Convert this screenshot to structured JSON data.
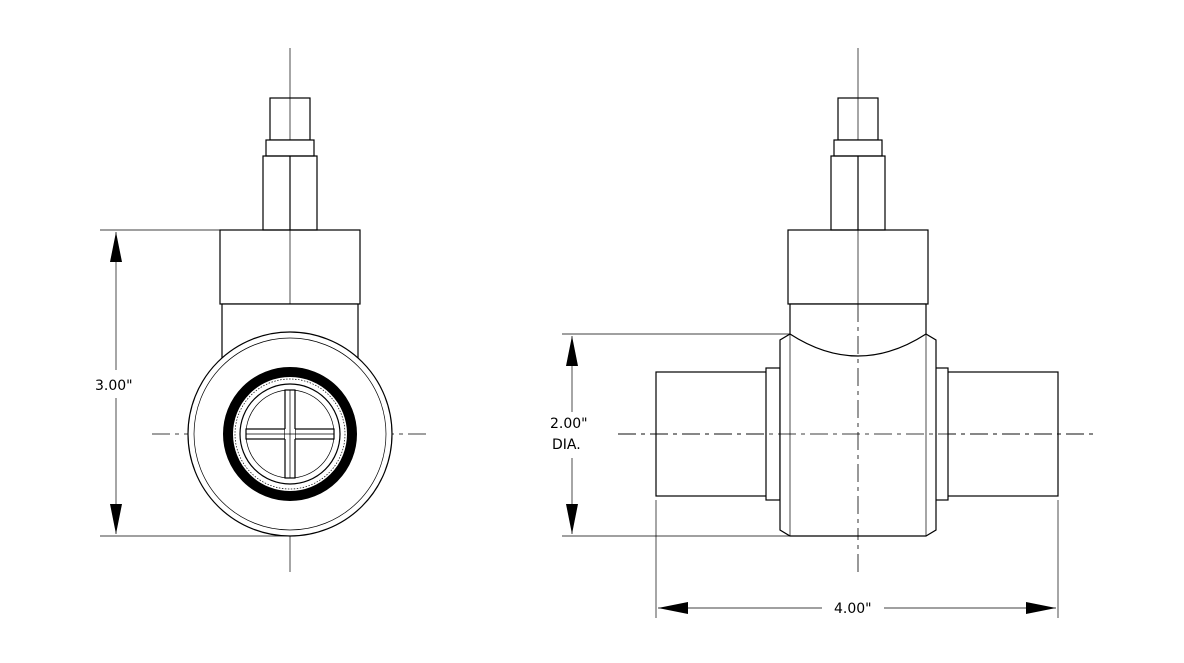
{
  "dimensions": {
    "height_label": "3.00\"",
    "diameter_label_line1": "2.00\"",
    "diameter_label_line2": "DIA.",
    "length_label": "4.00\""
  }
}
